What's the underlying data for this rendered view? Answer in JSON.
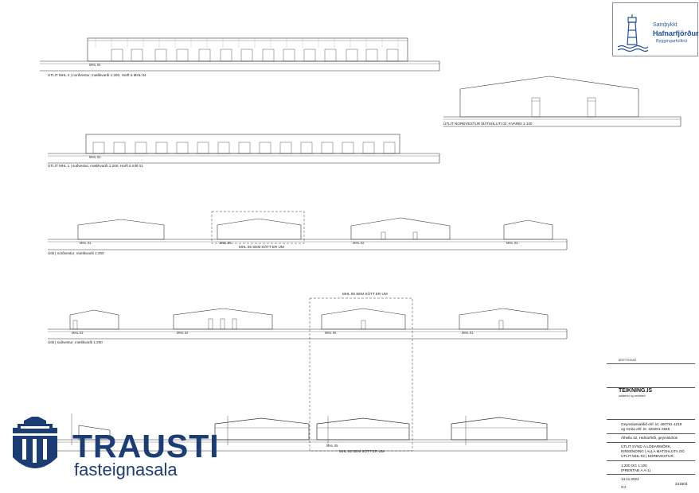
{
  "stamp": {
    "approved": "Samþykkt",
    "municipality": "Hafnarfjörður",
    "office": "Byggingarfulltrúi"
  },
  "drawings": {
    "top_caption": "ÚTLIT MHL 4 | norðvestur, mælikvarði 1:200, Horft á MHL 04",
    "right_caption": "ÚTLIT NORÐVESTUR MATSHLUTI 02, KVARÐI 1:100",
    "second_caption": "ÚTLIT MHL 1 | suðvestur, mælikvarði 1:200, Horft á mhl 01",
    "third_caption": "Útlit | norðvestur, mælikvarði 1:200",
    "third_center": "MHL 05 SEM SÓTT ER UM",
    "fourth_top": "MHL 05 SEM SÓTT ER UM",
    "fourth_caption": "Útlit | suðvestur, mælikvarði 1:200",
    "bottom_center": "MHL 05 SEM SÓTT ER UM",
    "mhl_labels": [
      "MHL 04",
      "MHL 01",
      "MHL 02",
      "MHL 03",
      "MHL 05"
    ]
  },
  "title_block": {
    "revisions": "BREYTINGAR",
    "firm": "TEIKNING.IS",
    "firm_sub": "arkitektúr og verkfræði",
    "owner_line1": "Geymslusvæðið ehf. kt. 450791-1219",
    "owner_line2": "og Gróta ehf. kt. 420201-4845",
    "project": "Álhella 32, Hafnarfirði, geymsluhús",
    "drawing_title1": "ÚTLIT SÝND Á LÓÐARMÖRK,",
    "drawing_title2": "INNSENDING Í ALLA MATSHLUTA OG",
    "drawing_title3": "ÚTLIT MHL 02 | NORÐVESTUR.",
    "scale": "1:200 OG 1:100",
    "print": "(PRENTAÐ Á A-1)",
    "date": "14.11.2024",
    "drawing_no": "241803",
    "drawn_by": "GJ"
  },
  "logo": {
    "name": "TRAUSTI",
    "tagline": "fasteignasala"
  }
}
